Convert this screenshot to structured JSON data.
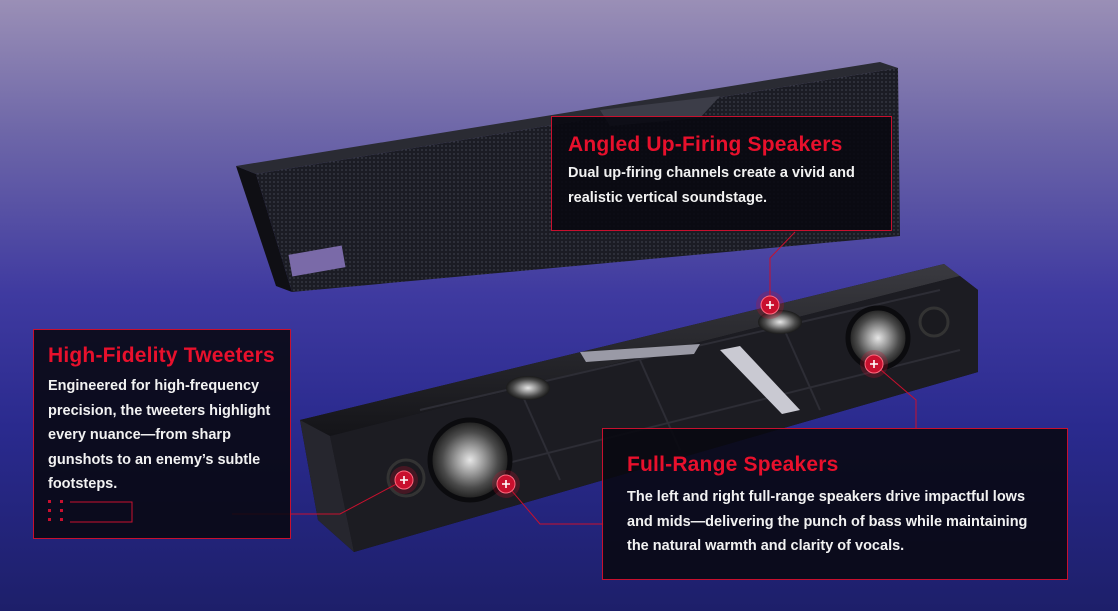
{
  "callouts": {
    "angled": {
      "title": "Angled Up-Firing Speakers",
      "body": "Dual up-firing channels create a vivid and realistic vertical soundstage."
    },
    "tweeters": {
      "title": "High-Fidelity Tweeters",
      "body": "Engineered for high-frequency precision, the tweeters highlight every nuance—from sharp gunshots to an enemy’s subtle footsteps."
    },
    "full_range": {
      "title": "Full-Range Speakers",
      "body": "The left and right full-range speakers drive impactful lows and mids—delivering the punch of bass while maintaining the natural warmth and clarity of vocals."
    }
  },
  "colors": {
    "accent": "#e8102c",
    "callout_bg": "#08080f",
    "body_text": "#f2f2f2"
  },
  "icons": [
    "hotspot-plus-icon",
    "rog-logo-badge"
  ]
}
